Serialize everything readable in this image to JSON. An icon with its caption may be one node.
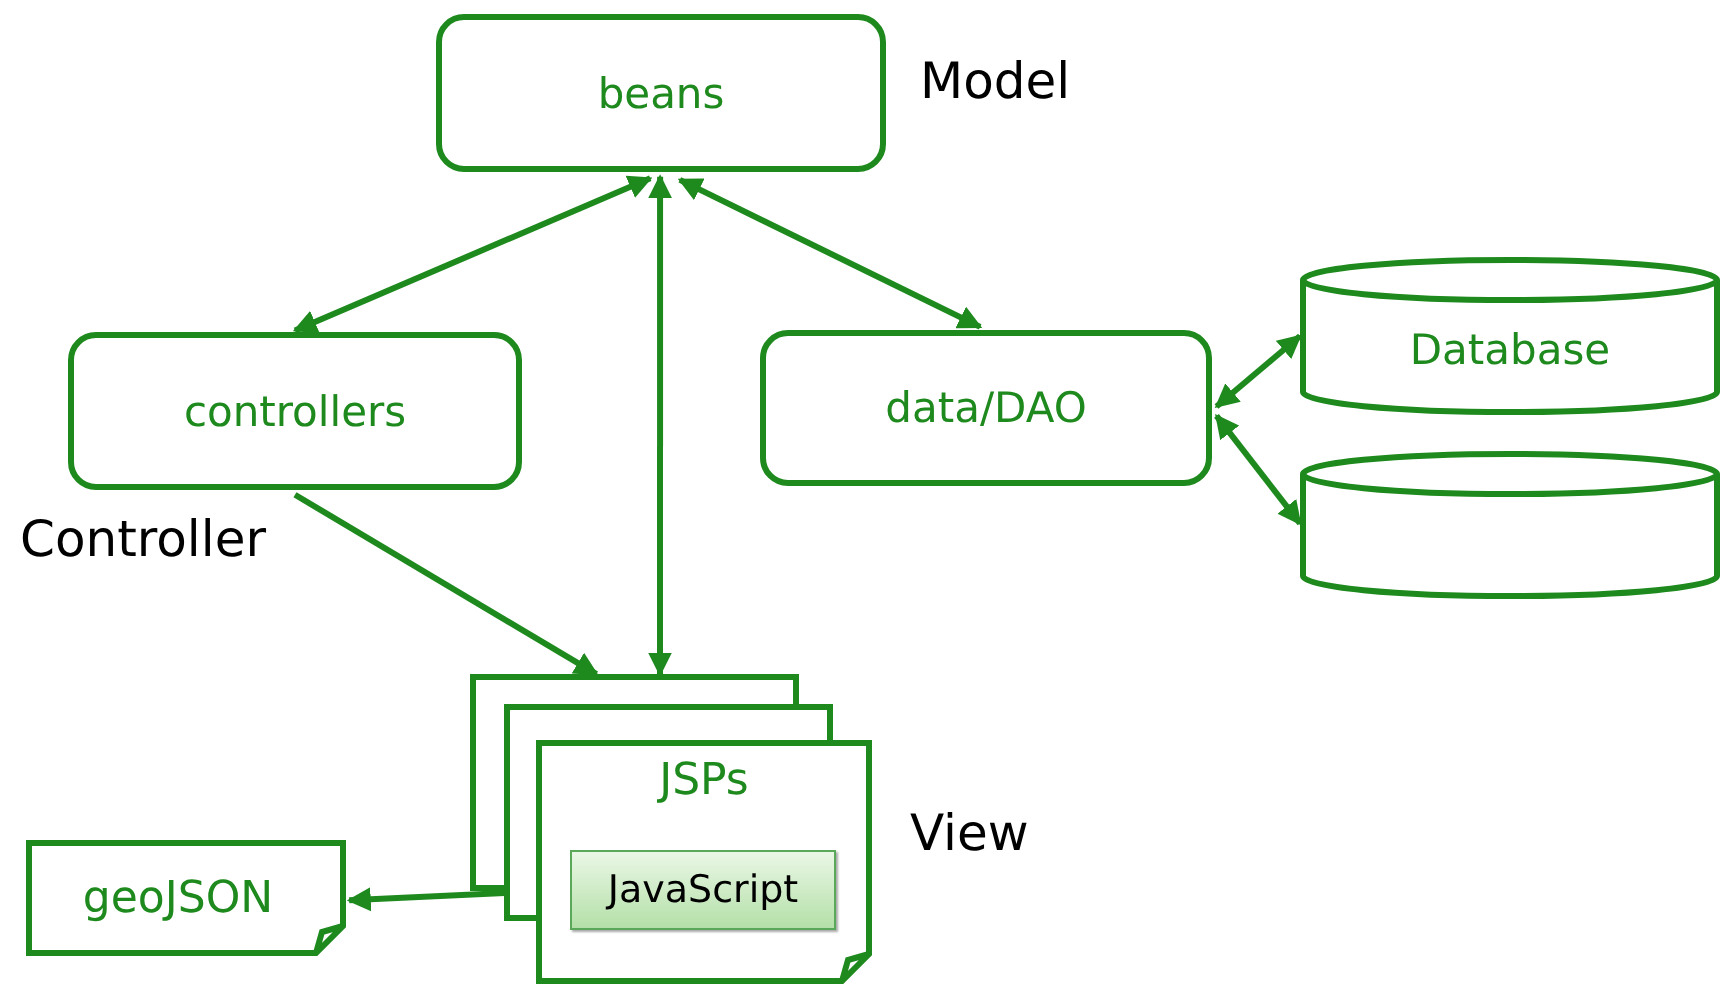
{
  "diagram": {
    "nodes": [
      {
        "text": [
          "beans"
        ],
        "beside": [
          "Model"
        ]
      },
      {
        "text": [
          "controllers"
        ],
        "beside": [
          "Controller"
        ]
      },
      {
        "text": [
          "data/DAO"
        ]
      },
      {
        "text": [
          "Database"
        ]
      },
      {
        "text": [],
        "shape": "cylinder"
      },
      {
        "text": [
          "JSPs"
        ],
        "beside": [
          "View"
        ]
      },
      {
        "text": [
          "JavaScript"
        ],
        "in": 5
      },
      {
        "text": [
          "geoJSON"
        ]
      }
    ],
    "edges": [
      {
        "from": 0,
        "to": 1,
        "arrow": "both"
      },
      {
        "from": 0,
        "to": 5,
        "arrow": "both"
      },
      {
        "from": 0,
        "to": 2,
        "arrow": "both"
      },
      {
        "from": 1,
        "to": 5,
        "arrow": "to"
      },
      {
        "from": 2,
        "to": 3,
        "arrow": "both"
      },
      {
        "from": 2,
        "to": 4,
        "arrow": "both"
      },
      {
        "from": 6,
        "to": 7,
        "arrow": "to"
      }
    ]
  }
}
